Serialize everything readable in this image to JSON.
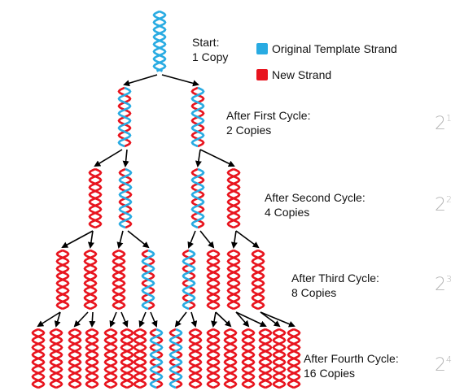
{
  "legend": {
    "original": {
      "label": "Original Template Strand",
      "color": "#29abe2"
    },
    "new": {
      "label": "New Strand",
      "color": "#e8141e"
    }
  },
  "stages": [
    {
      "title": "Start:",
      "copies": "1 Copy"
    },
    {
      "title": "After First Cycle:",
      "copies": "2 Copies"
    },
    {
      "title": "After Second Cycle:",
      "copies": "4 Copies"
    },
    {
      "title": "After Third Cycle:",
      "copies": "8 Copies"
    },
    {
      "title": "After Fourth Cycle:",
      "copies": "16 Copies"
    }
  ],
  "powers": [
    {
      "base": "2",
      "exp": "1"
    },
    {
      "base": "2",
      "exp": "2"
    },
    {
      "base": "2",
      "exp": "3"
    },
    {
      "base": "2",
      "exp": "4"
    }
  ]
}
